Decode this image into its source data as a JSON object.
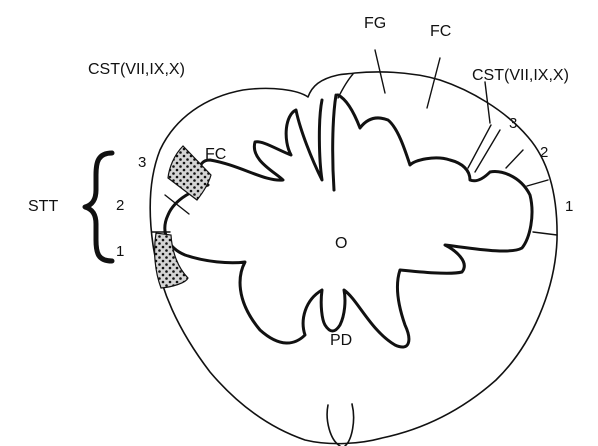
{
  "labels": {
    "fg": "FG",
    "fc_top": "FC",
    "cst_left": "CST(VII,IX,X)",
    "cst_right": "CST(VII,IX,X)",
    "fc_left": "FC",
    "stt": "STT",
    "pd": "PD",
    "o": "O",
    "left_levels": [
      "3",
      "2",
      "1"
    ],
    "right_levels": [
      "3",
      "2",
      "1"
    ]
  },
  "colors": {
    "line": "#111111",
    "dotted_fill": "#d4d4d4",
    "background": "#ffffff"
  }
}
